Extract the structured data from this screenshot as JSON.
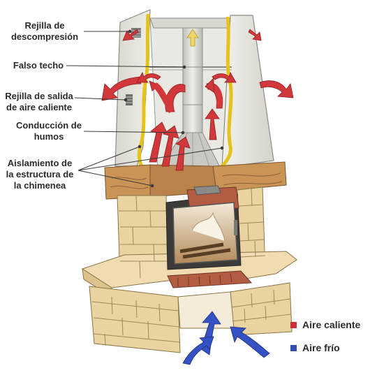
{
  "labels": {
    "rejilla_descompresion": [
      "Rejilla de",
      "descompresión"
    ],
    "falso_techo": "Falso techo",
    "rejilla_salida": [
      "Rejilla de salida",
      "de aire caliente"
    ],
    "conduccion_humos": [
      "Conducción de",
      "humos"
    ],
    "aislamiento": [
      "Aislamiento  de",
      "la estructura de",
      "la chimenea"
    ]
  },
  "legend": {
    "hot": {
      "label": "Aire caliente",
      "color": "#c8303a"
    },
    "cold": {
      "label": "Aire frío",
      "color": "#2f4fb0"
    }
  },
  "colors": {
    "hot_arrow": "#d2373a",
    "cold_arrow": "#3452c4",
    "insulation": "#e6c21a",
    "hood": "#e6e4dc",
    "stone": "#e9d3a0",
    "wood": "#c99456",
    "brick": "#b25c44"
  }
}
